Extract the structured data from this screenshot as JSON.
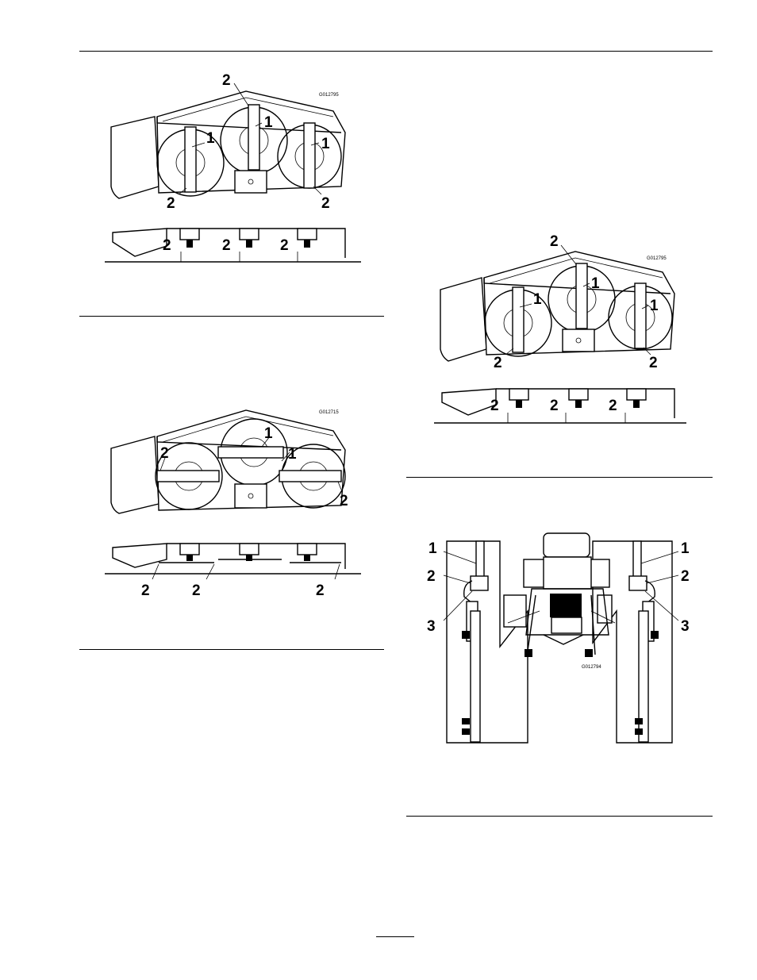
{
  "figures": {
    "fig_top_left": {
      "code": "G012795",
      "callouts": [
        "1",
        "1",
        "1",
        "2",
        "2",
        "2"
      ],
      "side_callouts": [
        "2",
        "2",
        "2"
      ]
    },
    "fig_mid_left": {
      "code": "G012715",
      "callouts": [
        "1",
        "1",
        "2",
        "2"
      ],
      "side_callouts": [
        "2",
        "2",
        "2"
      ]
    },
    "fig_top_right": {
      "code": "G012795",
      "callouts": [
        "1",
        "1",
        "1",
        "2",
        "2",
        "2"
      ],
      "side_callouts": [
        "2",
        "2",
        "2"
      ]
    },
    "fig_bottom_right": {
      "code": "G012794",
      "callouts": [
        "1",
        "2",
        "3",
        "1",
        "2",
        "3"
      ]
    }
  }
}
